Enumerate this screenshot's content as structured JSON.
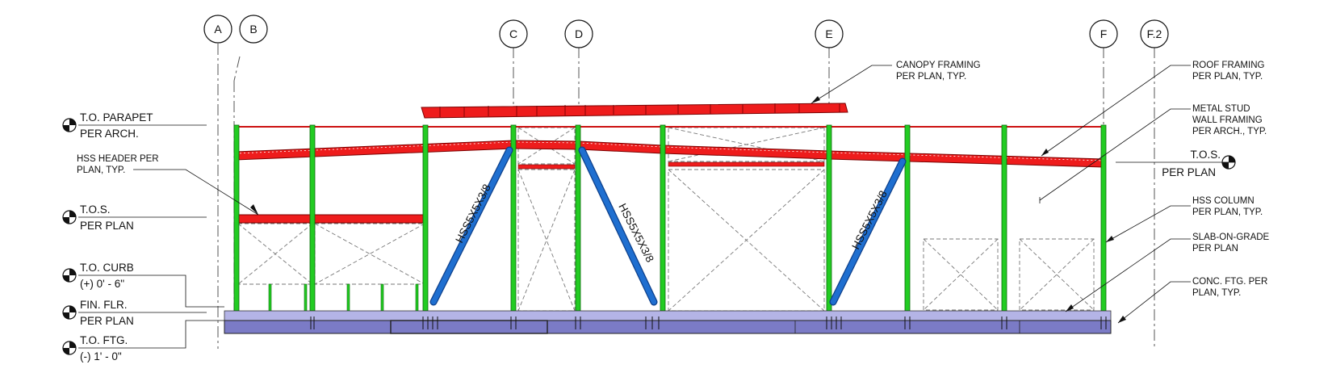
{
  "grid_lines": [
    "A",
    "B",
    "C",
    "D",
    "E",
    "F",
    "F.2"
  ],
  "levels": {
    "parapet": {
      "name": "T.O. PARAPET",
      "value": "PER ARCH."
    },
    "tos_left": {
      "name": "T.O.S.",
      "value": "PER PLAN"
    },
    "tos_right": {
      "name": "T.O.S.",
      "value": "PER PLAN"
    },
    "curb": {
      "name": "T.O. CURB",
      "value": "(+) 0' - 6\""
    },
    "fin_flr": {
      "name": "FIN. FLR.",
      "value": "PER PLAN"
    },
    "ftg": {
      "name": "T.O. FTG.",
      "value": "(-) 1' - 0\""
    }
  },
  "notes": {
    "canopy": [
      "CANOPY FRAMING",
      "PER PLAN, TYP."
    ],
    "roof": [
      "ROOF FRAMING",
      "PER PLAN, TYP."
    ],
    "metal_stud": [
      "METAL STUD",
      "WALL FRAMING",
      "PER ARCH., TYP."
    ],
    "hss_header": [
      "HSS HEADER PER",
      "PLAN, TYP."
    ],
    "hss_column": [
      "HSS COLUMN",
      "PER PLAN, TYP."
    ],
    "slab": [
      "SLAB-ON-GRADE",
      "PER PLAN"
    ],
    "conc_ftg": [
      "CONC. FTG. PER",
      "PLAN, TYP."
    ]
  },
  "braces": {
    "label": "HSS5X5X3/8"
  },
  "colors": {
    "column": "#22cc22",
    "beam": "#ee1c1c",
    "brace": "#1f6fd0",
    "slab": "#b4b4e6",
    "footing": "#7b7bc6",
    "line": "#111111",
    "dash": "#777777"
  }
}
